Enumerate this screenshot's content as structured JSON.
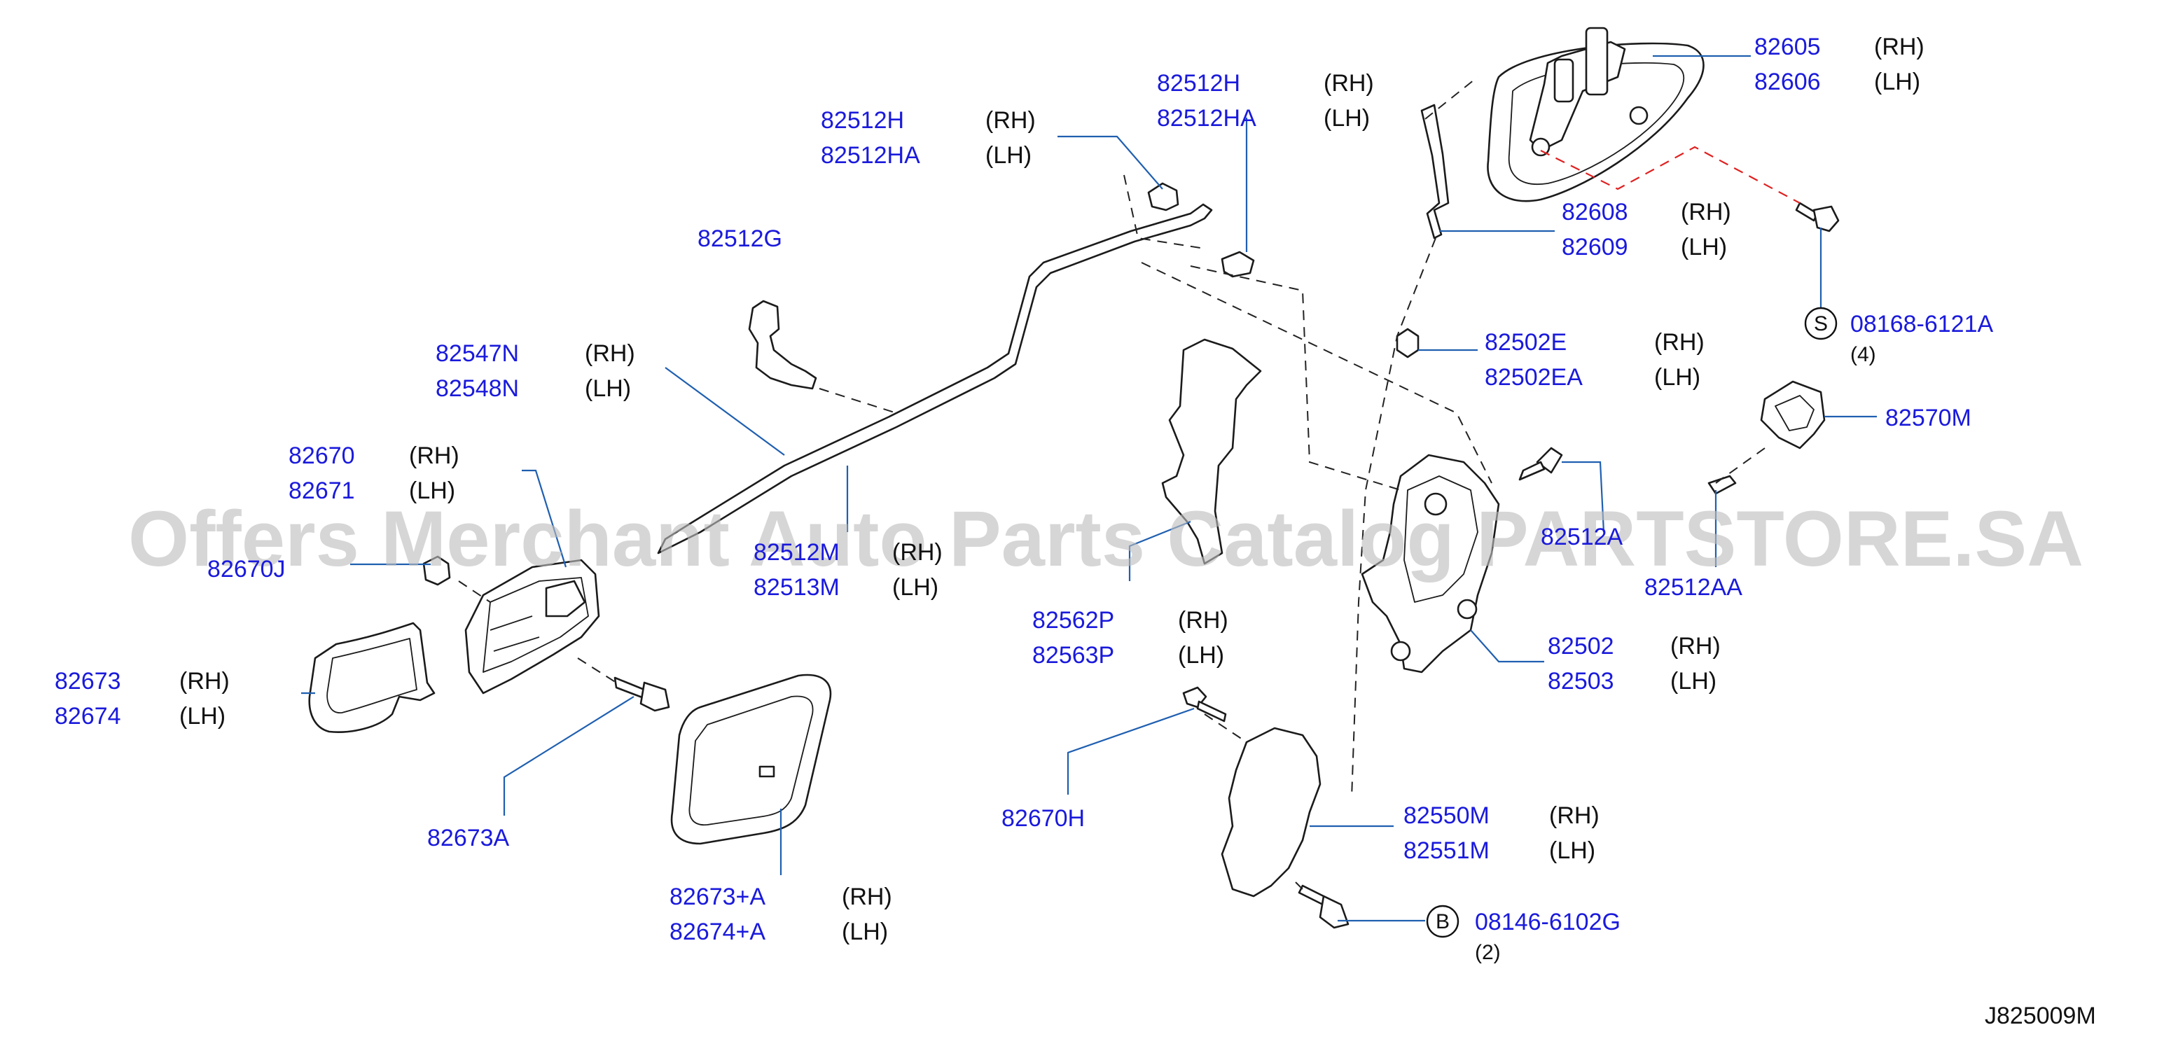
{
  "callouts": [
    {
      "pn": "82605",
      "side": "(RH)"
    },
    {
      "pn": "82606",
      "side": "(LH)"
    },
    {
      "pn": "82512H",
      "side": "(RH)"
    },
    {
      "pn": "82512HA",
      "side": "(LH)"
    },
    {
      "pn": "82512H",
      "side": "(RH)"
    },
    {
      "pn": "82512HA",
      "side": "(LH)"
    },
    {
      "pn": "82608",
      "side": "(RH)"
    },
    {
      "pn": "82609",
      "side": "(LH)"
    },
    {
      "pn": "82512G",
      "side": ""
    },
    {
      "pn": "82502E",
      "side": "(RH)"
    },
    {
      "pn": "82502EA",
      "side": "(LH)"
    },
    {
      "pn": "82547N",
      "side": "(RH)"
    },
    {
      "pn": "82548N",
      "side": "(LH)"
    },
    {
      "pn": "82570M",
      "side": ""
    },
    {
      "pn": "82670",
      "side": "(RH)"
    },
    {
      "pn": "82671",
      "side": "(LH)"
    },
    {
      "pn": "82512M",
      "side": "(RH)"
    },
    {
      "pn": "82513M",
      "side": "(LH)"
    },
    {
      "pn": "82670J",
      "side": ""
    },
    {
      "pn": "82512A",
      "side": ""
    },
    {
      "pn": "82512AA",
      "side": ""
    },
    {
      "pn": "82562P",
      "side": "(RH)"
    },
    {
      "pn": "82563P",
      "side": "(LH)"
    },
    {
      "pn": "82502",
      "side": "(RH)"
    },
    {
      "pn": "82503",
      "side": "(LH)"
    },
    {
      "pn": "82673",
      "side": "(RH)"
    },
    {
      "pn": "82674",
      "side": "(LH)"
    },
    {
      "pn": "82670H",
      "side": ""
    },
    {
      "pn": "82550M",
      "side": "(RH)"
    },
    {
      "pn": "82551M",
      "side": "(LH)"
    },
    {
      "pn": "82673A",
      "side": ""
    },
    {
      "pn": "82673+A",
      "side": "(RH)"
    },
    {
      "pn": "82674+A",
      "side": "(LH)"
    }
  ],
  "fasteners": [
    {
      "symbol": "S",
      "pn": "08168-6121A",
      "qty": "(4)"
    },
    {
      "symbol": "B",
      "pn": "08146-6102G",
      "qty": "(2)"
    }
  ],
  "watermark": "Offers Merchant Auto Parts Catalog PARTSTORE.SA",
  "drawing_ref": "J825009M",
  "colors": {
    "part_number": "#1a1adc",
    "leader": "#1f5fb0",
    "hidden_line_red": "#e02020",
    "watermark": "#bdbdbd"
  }
}
